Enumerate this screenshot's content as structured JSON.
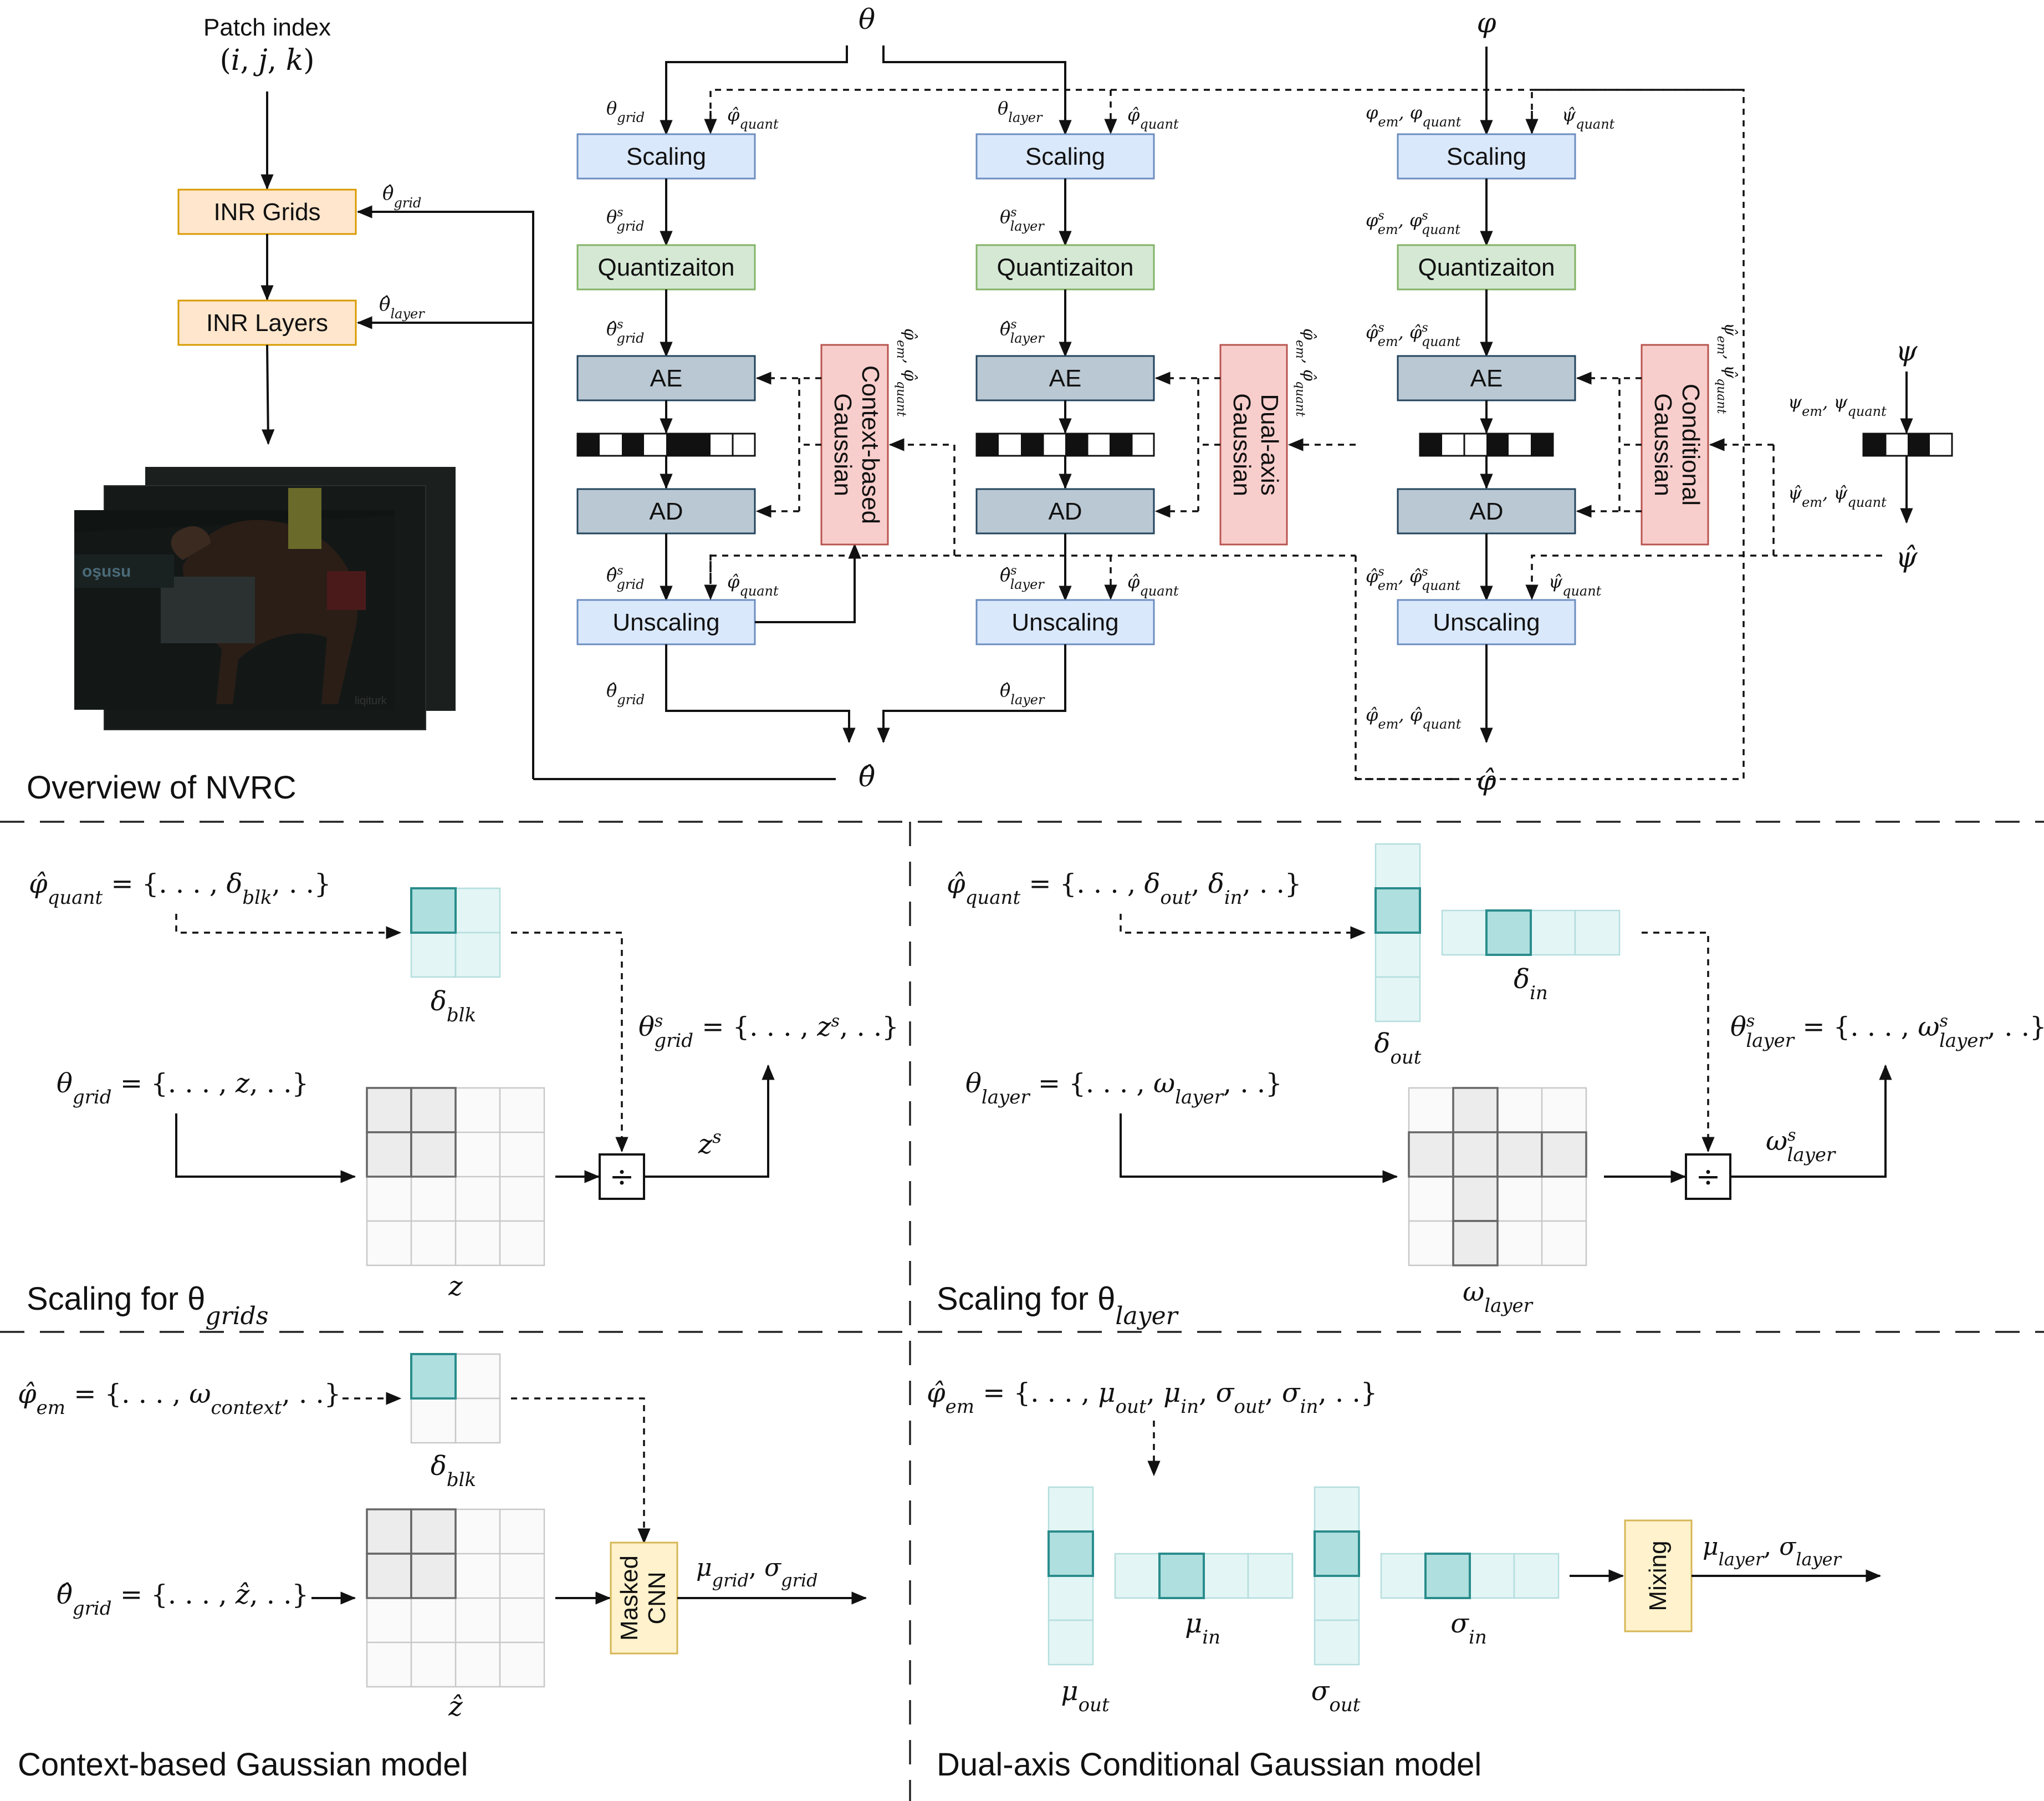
{
  "overview": {
    "title": "Overview of NVRC",
    "patch_index_label": "Patch index",
    "patch_index_expr": "(i, j, k)",
    "inr_grids": "INR Grids",
    "inr_layers": "INR Layers",
    "scaling": "Scaling",
    "quantization": "Quantizaiton",
    "ae": "AE",
    "ad": "AD",
    "unscaling": "Unscaling",
    "context_gaussian": [
      "Context-based",
      "Gaussian"
    ],
    "dual_axis_gaussian": [
      "Dual-axis",
      "Gaussian"
    ],
    "conditional_gaussian": [
      "Conditional",
      "Gaussian"
    ]
  },
  "scaling_grids": {
    "title": "Scaling for θ",
    "title_sub": "grids",
    "phi_expr": "φ̂_quant = {. . . , δ_blk, . .}",
    "theta_expr": "θ_grid = {. . . , z, . .}",
    "result_expr": "θ^s_grid = {. . . , z^s, . .}",
    "delta_label": "δ_blk",
    "z_label": "z",
    "zs_label": "z^s",
    "divide": "÷"
  },
  "scaling_layer": {
    "title": "Scaling for θ",
    "title_sub": "layer",
    "phi_expr": "φ̂_quant = {. . . , δ_out, δ_in, . .}",
    "theta_expr": "θ_layer = {. . . , ω_layer, . .}",
    "result_expr": "θ^s_layer = {. . . , ω^s_layer, . .}",
    "delta_out": "δ_out",
    "delta_in": "δ_in",
    "omega_label": "ω_layer",
    "omegas_label": "ω^s_layer",
    "divide": "÷"
  },
  "context_model": {
    "title": "Context-based Gaussian model",
    "phi_expr": "φ̂_em = {. . . , ω_context, . .}",
    "theta_expr": "θ̂_grid = {. . . , ẑ, . .}",
    "delta_label": "δ_blk",
    "zhat_label": "ẑ",
    "cnn": [
      "Masked",
      "CNN"
    ],
    "output": "μ_grid, σ_grid"
  },
  "dual_model": {
    "title": "Dual-axis Conditional Gaussian model",
    "phi_expr": "φ̂_em = {. . . , μ_out, μ_in, σ_out, σ_in, . .}",
    "mu_out": "μ_out",
    "mu_in": "μ_in",
    "sigma_out": "σ_out",
    "sigma_in": "σ_in",
    "mixing": "Mixing",
    "output": "μ_layer, σ_layer"
  }
}
